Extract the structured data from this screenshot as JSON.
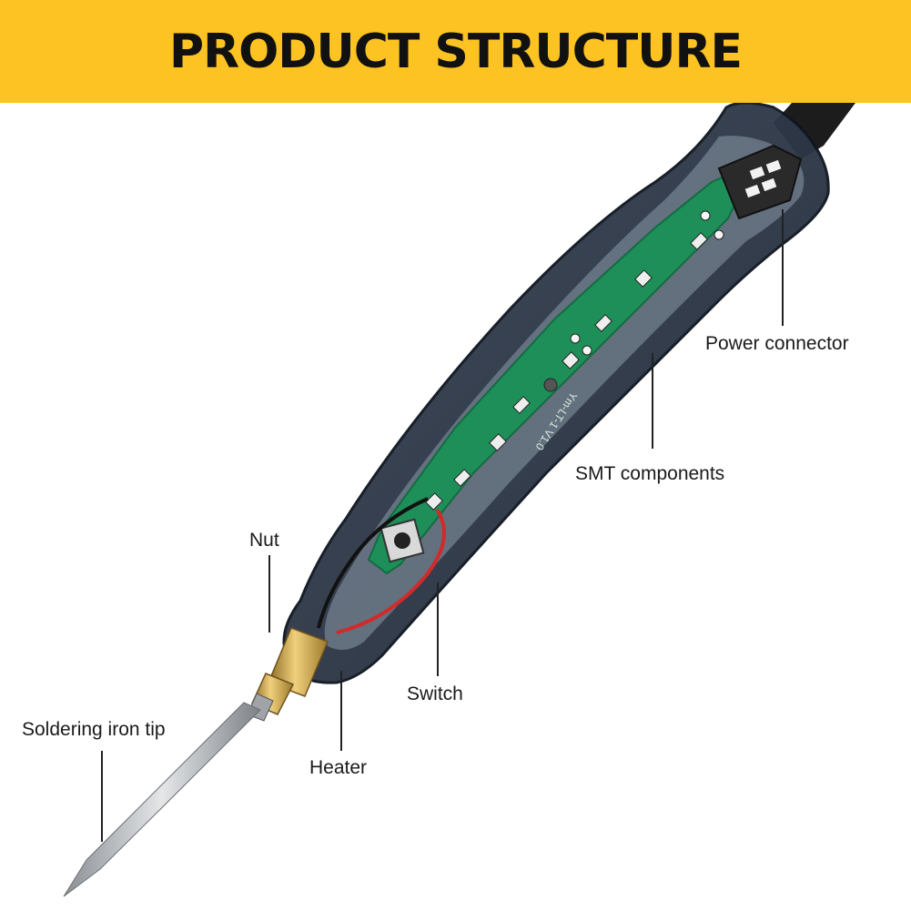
{
  "banner": {
    "title": "PRODUCT STRUCTURE",
    "background_color": "#FDC322"
  },
  "illustration": {
    "subject": "USB soldering iron cutaway",
    "pcb_marking": "Ym-LT-1 V1.0",
    "colors": {
      "housing": "#2c3a4c",
      "pcb": "#1e8f58",
      "brass": "#c9a24a",
      "tip": "#b8bcc0",
      "cable": "#1c1c1c",
      "wire_red": "#d22a2a",
      "wire_black": "#111111"
    }
  },
  "labels": {
    "power_connector": "Power connector",
    "smt_components": "SMT components",
    "nut": "Nut",
    "switch": "Switch",
    "soldering_iron_tip": "Soldering iron tip",
    "heater": "Heater"
  }
}
